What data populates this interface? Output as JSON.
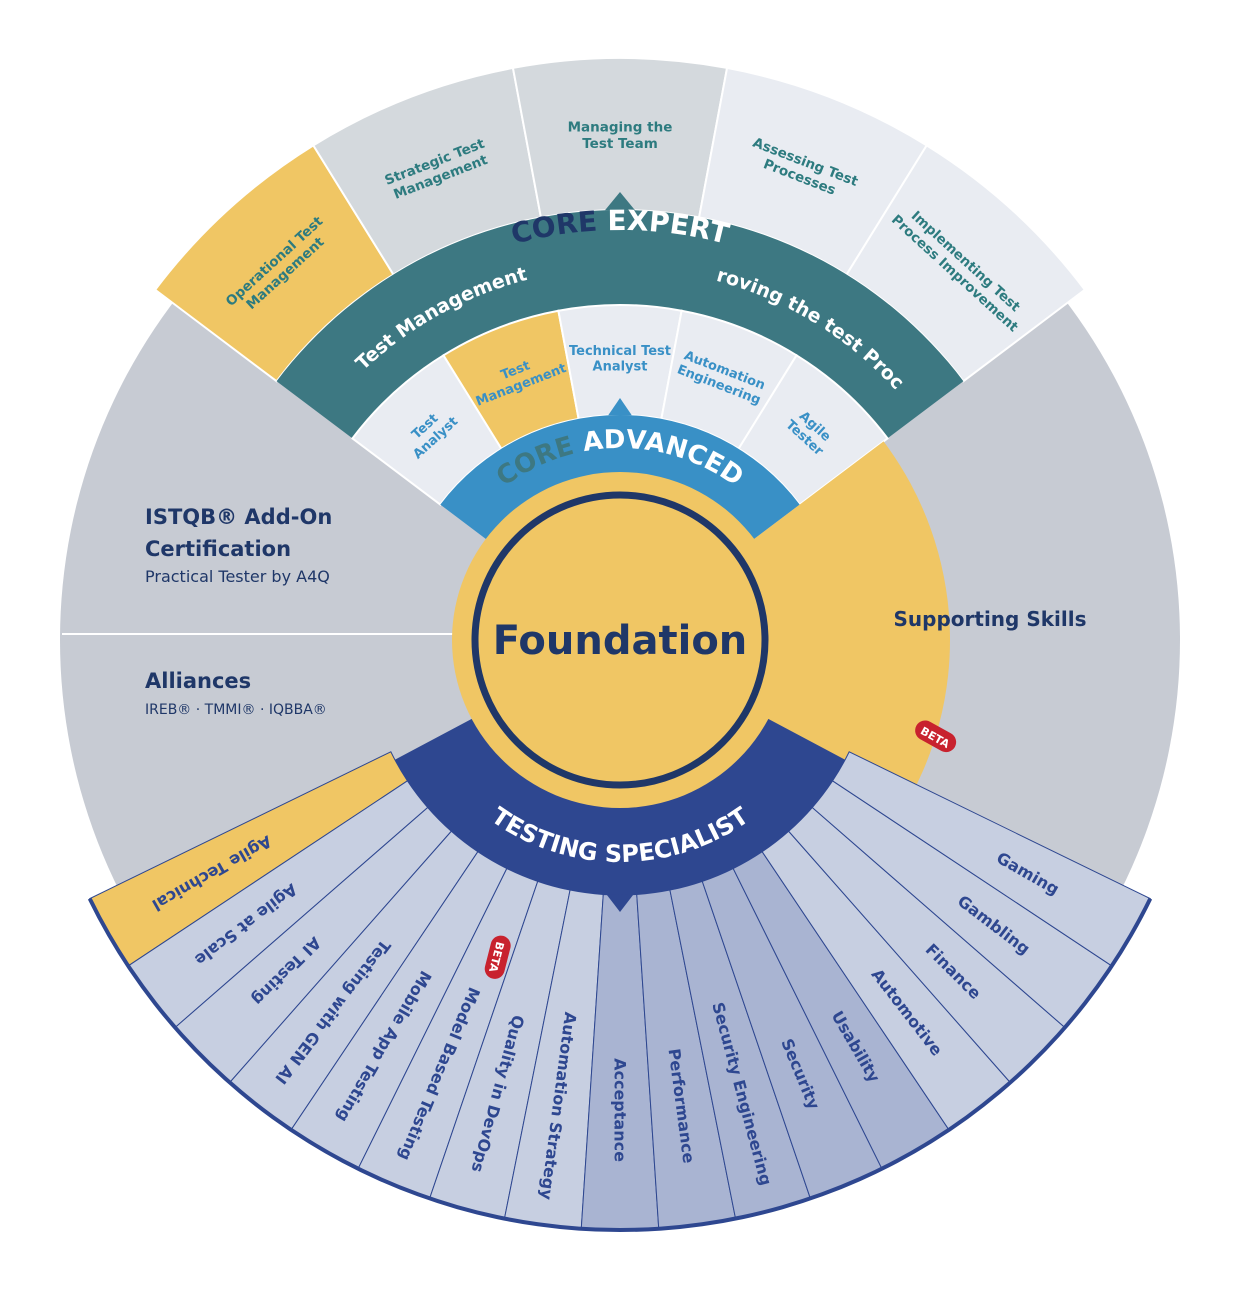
{
  "colors": {
    "yellow": "#f0c664",
    "teal": "#3d7882",
    "blue": "#3990c6",
    "navy": "#2e4790",
    "grey": "#c7cbd3",
    "light_grey": "#d4d9dd",
    "pale": "#e9ecf2",
    "specialist_light": "#c7cfe1",
    "specialist_mid": "#a9b4d2",
    "dark_navy": "#1f3768",
    "teal_text": "#2d7b7f",
    "beta_red": "#c8222e"
  },
  "expert_outer": [
    {
      "label": "Operational Test Management",
      "style": "yellow"
    },
    {
      "label": "Strategic Test Management",
      "style": "grey"
    },
    {
      "label": "Managing the Test Team",
      "style": "grey"
    },
    {
      "label": "Assessing Test Processes",
      "style": "pale"
    },
    {
      "label": "Implementing Test Process Improvement",
      "style": "pale"
    }
  ],
  "core_expert": {
    "prefix": "CORE",
    "title": "EXPERT",
    "left_label": "Test Management",
    "right_label": "Improving the test Process"
  },
  "advanced_modules": [
    {
      "label": "Test Analyst",
      "style": "pale"
    },
    {
      "label": "Test Management",
      "style": "yellow"
    },
    {
      "label": "Technical Test Analyst",
      "style": "pale"
    },
    {
      "label": "Automation Engineering",
      "style": "pale"
    },
    {
      "label": "Agile Tester",
      "style": "pale"
    }
  ],
  "core_advanced": {
    "prefix": "CORE",
    "title": "ADVANCED"
  },
  "foundation": {
    "label": "Foundation"
  },
  "supporting": {
    "label": "Supporting Skills"
  },
  "addon": {
    "title_line1": "ISTQB® Add-On",
    "title_line2": "Certification",
    "subtitle": "Practical Tester by A4Q"
  },
  "alliances": {
    "title": "Alliances",
    "subtitle": "IREB® · TMMI® · IQBBA®"
  },
  "testing_specialist": {
    "title": "TESTING SPECIALIST"
  },
  "beta_label": "BETA",
  "specialist_modules": [
    {
      "label": "Agile Technical",
      "style": "yellow"
    },
    {
      "label": "Agile at Scale",
      "style": "light"
    },
    {
      "label": "AI Testing",
      "style": "light"
    },
    {
      "label": "Testing with GEN AI",
      "style": "light"
    },
    {
      "label": "Mobile App Testing",
      "style": "light"
    },
    {
      "label": "Model Based Testing",
      "style": "light"
    },
    {
      "label": "Quality in DevOps",
      "style": "light",
      "beta": true
    },
    {
      "label": "Automation Strategy",
      "style": "light"
    },
    {
      "label": "Acceptance",
      "style": "mid"
    },
    {
      "label": "Performance",
      "style": "mid"
    },
    {
      "label": "Security Engineering",
      "style": "mid"
    },
    {
      "label": "Security",
      "style": "mid"
    },
    {
      "label": "Usability",
      "style": "mid"
    },
    {
      "label": "Automotive",
      "style": "light"
    },
    {
      "label": "Finance",
      "style": "light"
    },
    {
      "label": "Gambling",
      "style": "light"
    },
    {
      "label": "Gaming",
      "style": "light",
      "beta": true
    }
  ]
}
